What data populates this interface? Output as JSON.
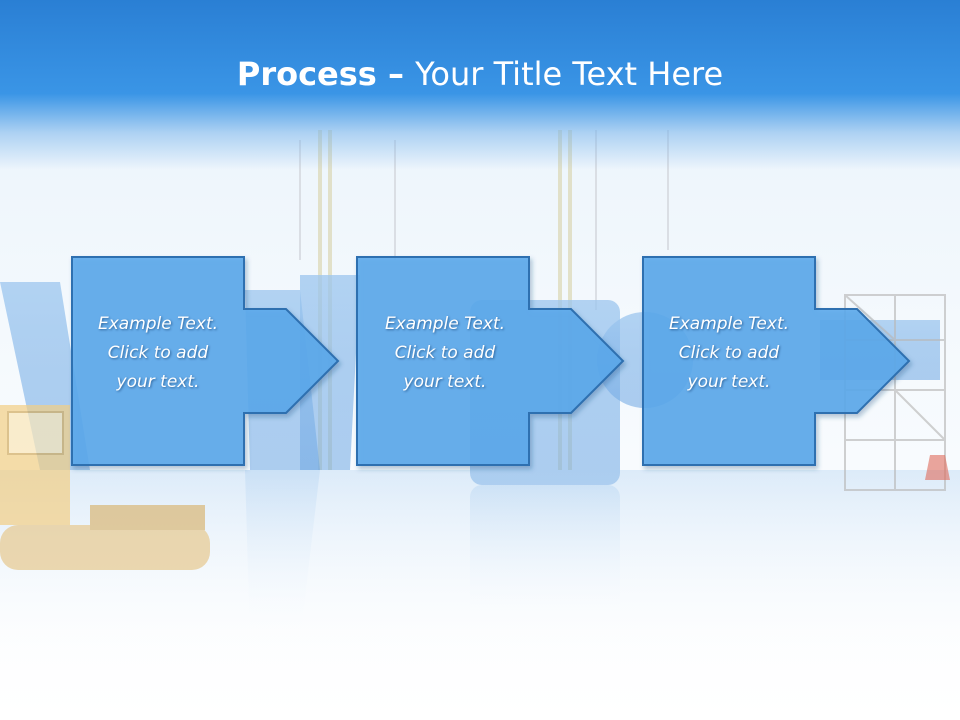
{
  "slide": {
    "title_strong": "Process",
    "title_dash": " – ",
    "title_rest": "Your Title Text Here"
  },
  "steps": [
    {
      "lines": [
        "Example Text.",
        "Click  to add",
        "your text."
      ]
    },
    {
      "lines": [
        "Example Text.",
        "Click  to add",
        "your text."
      ]
    },
    {
      "lines": [
        "Example Text.",
        "Click  to add",
        "your text."
      ]
    }
  ],
  "colors": {
    "title_bar": "#2a7fd4",
    "box_fill": "#5aa9ec",
    "box_border": "#2f6fb0",
    "text": "#ffffff"
  },
  "icons": {
    "arrow": "right-arrow-icon",
    "background": "construction-website-scene"
  }
}
